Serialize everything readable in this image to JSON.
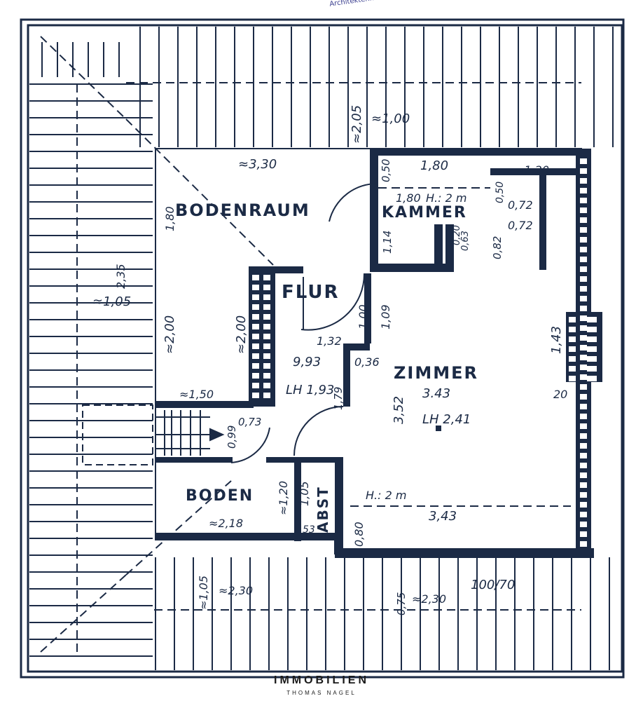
{
  "stamp_text": "Architektenkammer",
  "rooms": {
    "bodenraum": "BODENRAUM",
    "kammer": "KAMMER",
    "flur": "FLUR",
    "zimmer": "ZIMMER",
    "boden": "BODEN",
    "abst": "ABST"
  },
  "dimensions": {
    "roof_top": "≈2,05",
    "roof_top2": "≈1,00",
    "bodenraum_width": "≈3,30",
    "kammer_width": "1,80",
    "kammer_right": "≈1,20",
    "kammer_depth": "0,50",
    "kammer_inner": "1,80",
    "height_kammer": "H.: 2 m",
    "dim_072a": "0,72",
    "dim_072b": "0,72",
    "dim_050b": "0,50",
    "dim_082": "0,82",
    "dim_114": "1,14",
    "dim_020": "0,20",
    "dim_063": "0,63",
    "bodenraum_left": "1,80",
    "roof_left": "≈1,05",
    "roof_left2": "2,35",
    "flur_left": "≈2,00",
    "flur_wall": "≈2,00",
    "flur_100": "1,00",
    "flur_109": "1,09",
    "flur_132": "1,32",
    "flur_area": "9,93",
    "flur_lh": "LH 1,93",
    "flur_036": "0,36",
    "flur_179": "1,79",
    "zimmer_352": "3,52",
    "zimmer_343": "3.43",
    "zimmer_lh": "LH 2,41",
    "zimmer_143": "1,43",
    "zimmer_20": "20",
    "stair_150": "≈1,50",
    "stair_099": "0,99",
    "stair_073": "0,73",
    "boden_120": "≈1,20",
    "boden_105": "1,05",
    "boden_218": "≈2,18",
    "boden_53": "53",
    "zimmer_height": "H.: 2 m",
    "zimmer_bottom": "3,43",
    "zimmer_080": "0,80",
    "roof_bottom_105": "≈1,05",
    "roof_bottom_230": "≈2,30",
    "roof_bottom_075": "0,75",
    "roof_bottom_230b": "≈2,30",
    "window": "100/70"
  },
  "brand": {
    "name": "IMMOBILIEN",
    "sub": "THOMAS NAGEL"
  }
}
